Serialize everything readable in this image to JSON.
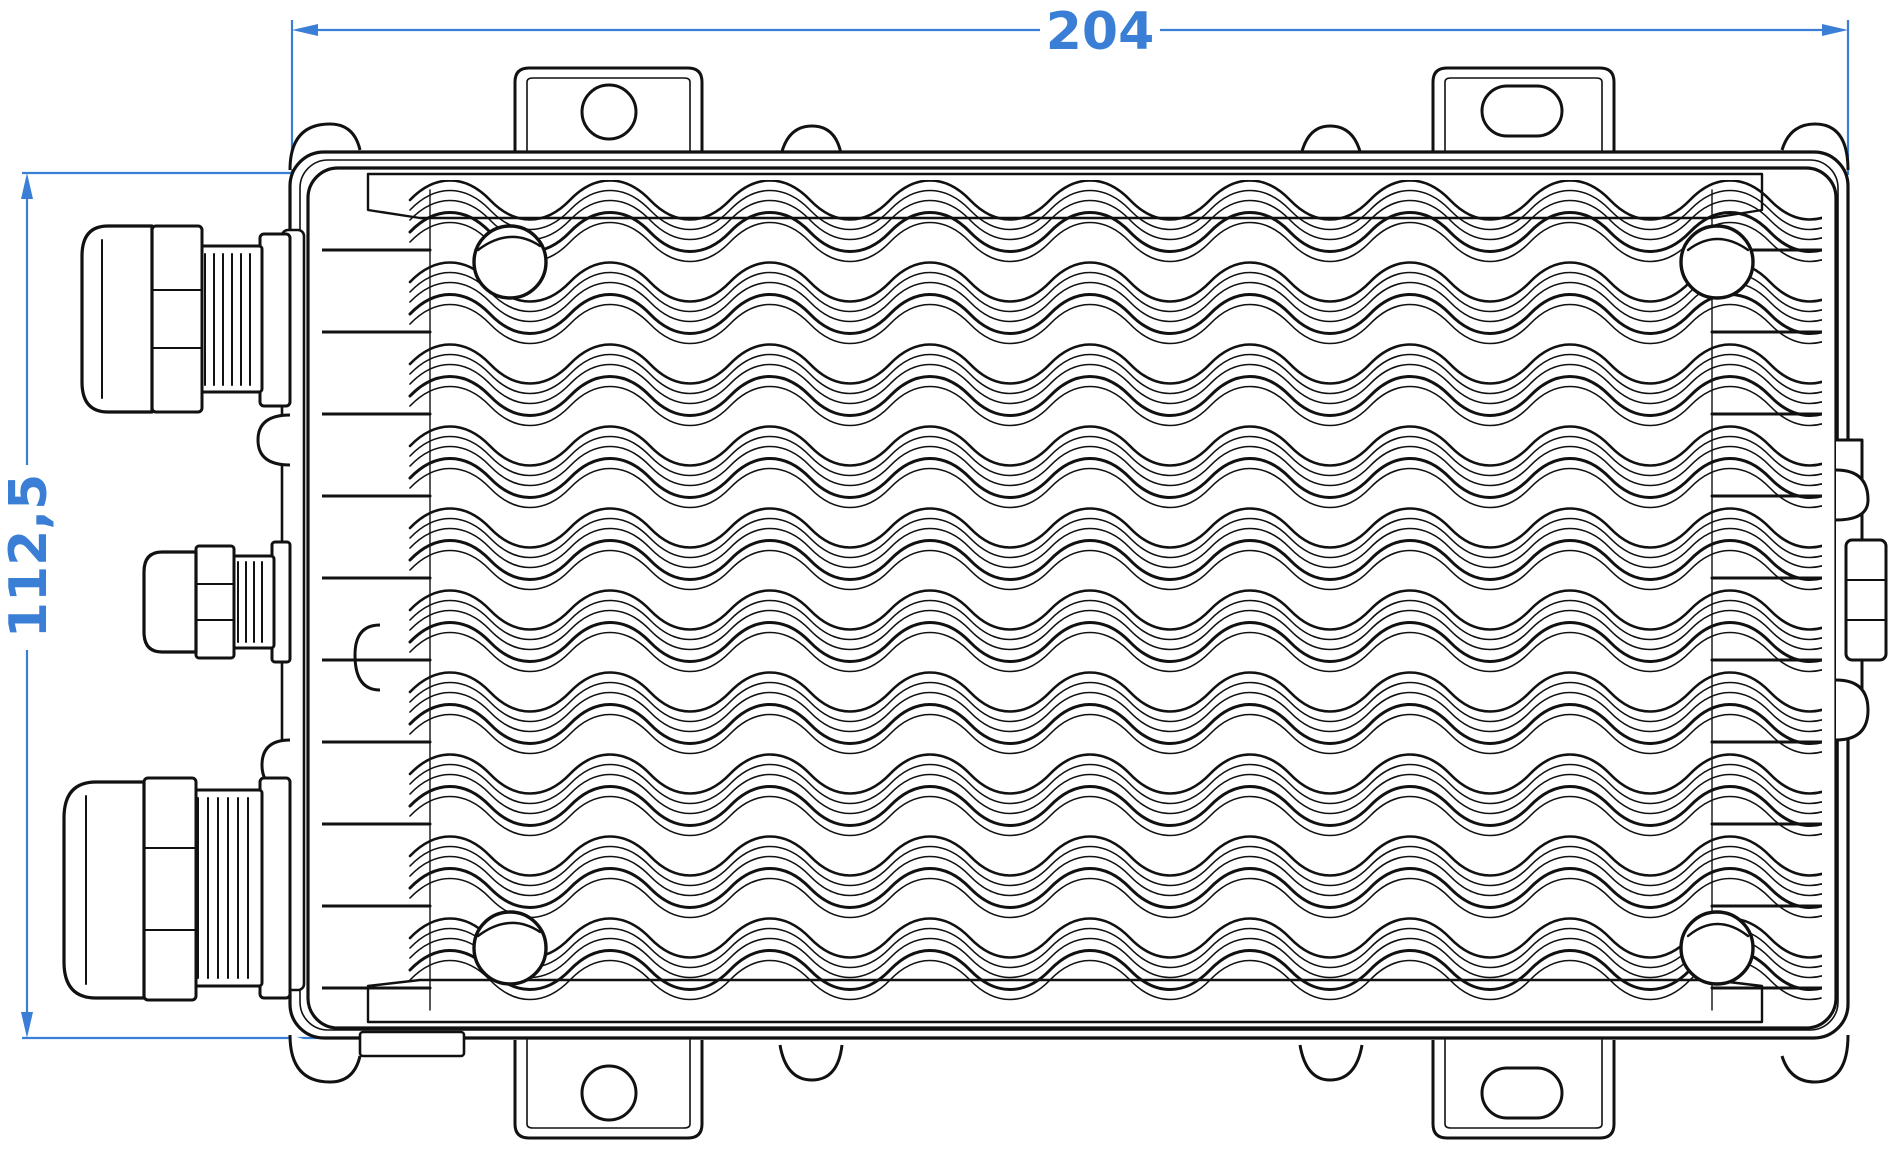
{
  "dimensions": {
    "width_label": "204",
    "height_label": "112,5"
  },
  "colors": {
    "dimension": "#3a7fd5",
    "line": "#111111",
    "background": "#ffffff"
  },
  "parts": {
    "cable_glands": 3,
    "mounting_brackets": 4,
    "screw_holes": 4,
    "fin_rows": 10
  }
}
